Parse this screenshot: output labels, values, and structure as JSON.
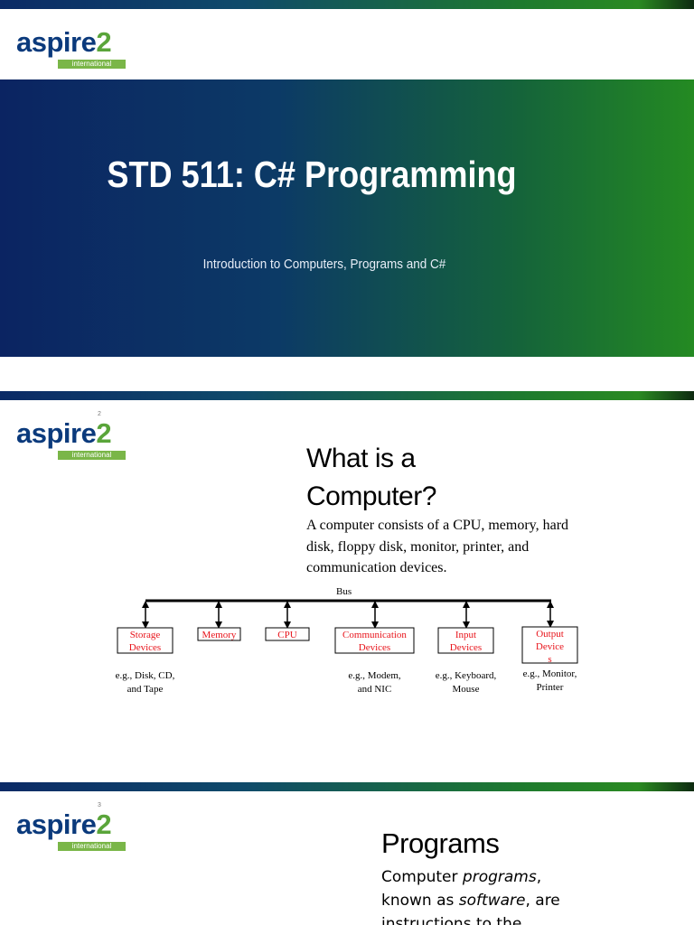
{
  "logo": {
    "word": "aspire",
    "number": "2",
    "tagline": "international"
  },
  "slide1": {
    "title": "STD 511: C# Programming",
    "subtitle": "Introduction to Computers, Programs and C#"
  },
  "slide2": {
    "number": "2",
    "title_line1": "What is a",
    "title_line2": "Computer?",
    "body": "A computer consists of a CPU, memory, hard disk, floppy disk, monitor, printer, and communication devices.",
    "bus_label": "Bus",
    "devices": [
      {
        "label_lines": [
          "Storage",
          "Devices"
        ],
        "example_lines": [
          "e.g., Disk, CD,",
          "and Tape"
        ]
      },
      {
        "label_lines": [
          "Memory"
        ],
        "example_lines": []
      },
      {
        "label_lines": [
          "CPU"
        ],
        "example_lines": []
      },
      {
        "label_lines": [
          "Communication",
          "Devices"
        ],
        "example_lines": [
          "e.g., Modem,",
          "and NIC"
        ]
      },
      {
        "label_lines": [
          "Input",
          "Devices"
        ],
        "example_lines": [
          "e.g., Keyboard,",
          "Mouse"
        ]
      },
      {
        "label_lines": [
          "Output",
          "Device",
          "s"
        ],
        "example_lines": [
          "e.g., Monitor,",
          "Printer"
        ]
      }
    ],
    "device_text_color": "#e8141b"
  },
  "slide3": {
    "number": "3",
    "title": "Programs",
    "body_parts": [
      {
        "text": "Computer ",
        "em": false
      },
      {
        "text": "programs",
        "em": true
      },
      {
        "text": ", known as ",
        "em": false
      },
      {
        "text": "software",
        "em": true
      },
      {
        "text": ", are instructions  to the",
        "em": false
      }
    ]
  },
  "colors": {
    "logo_blue": "#0b3a7c",
    "logo_green": "#7ab648",
    "hero_left": "#0b2462",
    "hero_right": "#248a22"
  }
}
